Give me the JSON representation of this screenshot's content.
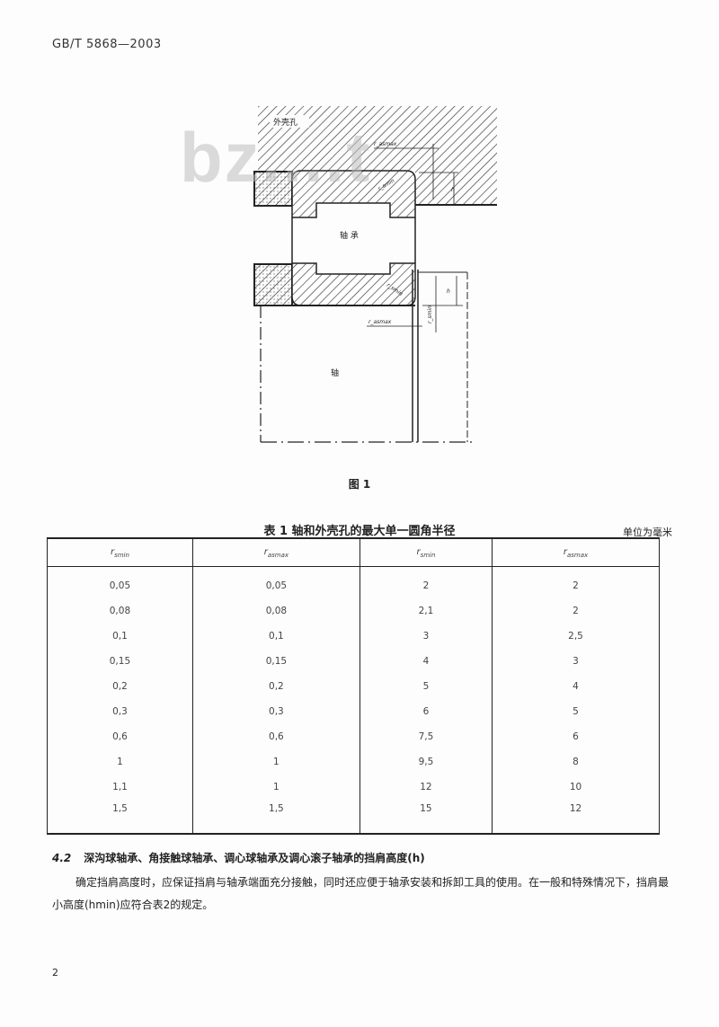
{
  "header": {
    "standard_no": "GB/T 5868—2003"
  },
  "watermark": "bz....t",
  "figure": {
    "labels": {
      "housing": "外壳孔",
      "bearing": "轴 承",
      "shaft": "轴",
      "r_asmax": "r_asmax",
      "r_asmax_lower": "r_asmax",
      "r_smin_top": "r_smin",
      "r_smin_lower": "r_smin",
      "r_smin_bottom": "r_smin",
      "h_top": "h",
      "h_bottom": "h"
    },
    "caption": "图 1"
  },
  "table": {
    "caption": "表 1  轴和外壳孔的最大单一圆角半径",
    "unit": "单位为毫米",
    "headers": [
      {
        "sym": "r",
        "sub": "smin"
      },
      {
        "sym": "r",
        "sub": "asmax"
      },
      {
        "sym": "r",
        "sub": "smin"
      },
      {
        "sym": "r",
        "sub": "asmax"
      }
    ],
    "rows": [
      [
        "0,05",
        "0,05",
        "2",
        "2"
      ],
      [
        "0,08",
        "0,08",
        "2,1",
        "2"
      ],
      [
        "0,1",
        "0,1",
        "3",
        "2,5"
      ],
      [
        "0,15",
        "0,15",
        "4",
        "3"
      ],
      [
        "0,2",
        "0,2",
        "5",
        "4"
      ],
      [
        "0,3",
        "0,3",
        "6",
        "5"
      ],
      [
        "0,6",
        "0,6",
        "7,5",
        "6"
      ],
      [
        "1",
        "1",
        "9,5",
        "8"
      ],
      [
        "1,1",
        "1",
        "12",
        "10"
      ],
      [
        "1,5",
        "1,5",
        "15",
        "12"
      ]
    ]
  },
  "section": {
    "number": "4.2",
    "title": "深沟球轴承、角接触球轴承、调心球轴承及调心滚子轴承的挡肩高度(h)",
    "paragraph": "确定挡肩高度时，应保证挡肩与轴承端面充分接触，同时还应便于轴承安装和拆卸工具的使用。在一般和特殊情况下，挡肩最小高度(hmin)应符合表2的规定。"
  },
  "page_number": "2"
}
